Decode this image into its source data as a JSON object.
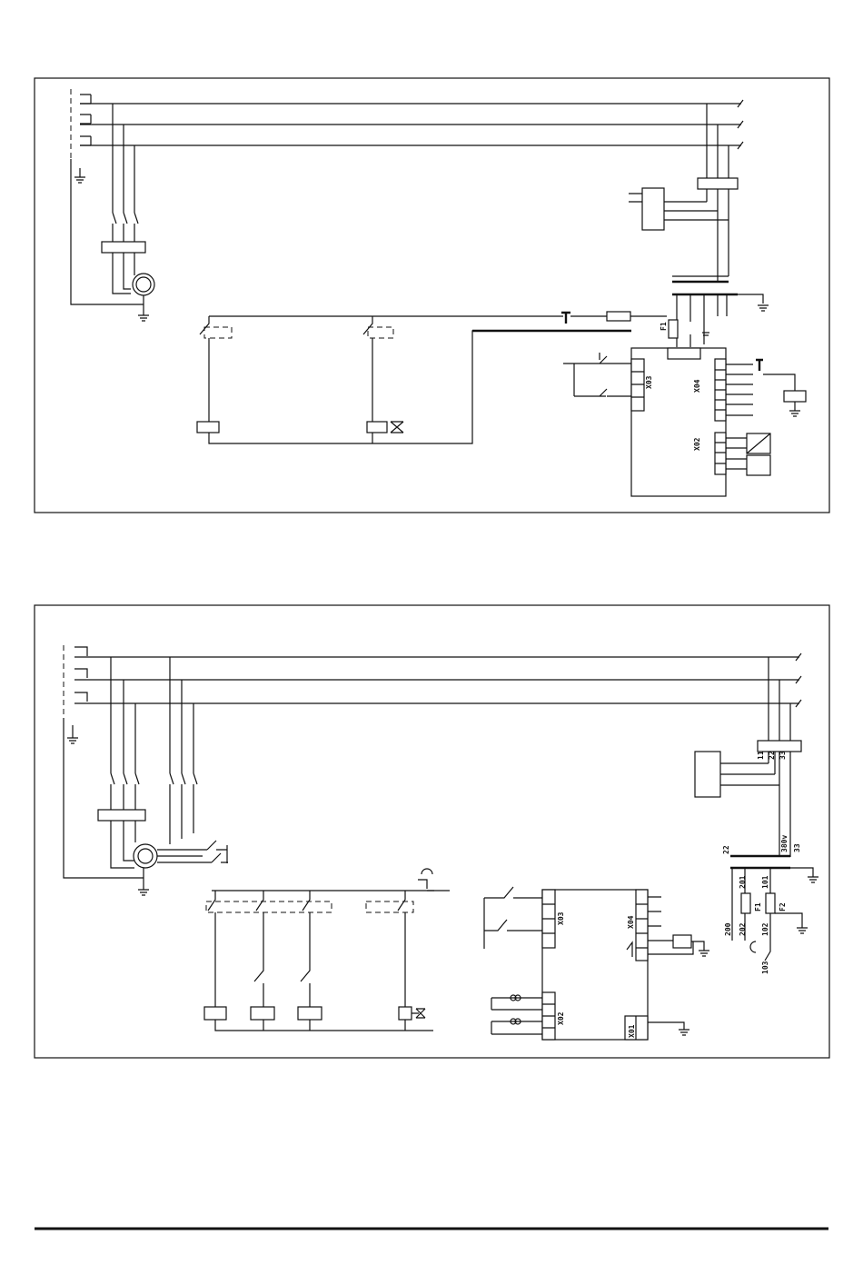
{
  "diagram1": {
    "fuse_label": "F1",
    "connectors": [
      "X03",
      "X04",
      "X02"
    ]
  },
  "diagram2": {
    "terminals": [
      "11",
      "22",
      "33"
    ],
    "voltage_label": "380v",
    "wire_labels": [
      "22",
      "33",
      "200",
      "201",
      "202",
      "101",
      "102",
      "103"
    ],
    "fuse_labels": [
      "F1",
      "F2"
    ],
    "connectors": [
      "X03",
      "X04",
      "X02",
      "X01"
    ]
  }
}
